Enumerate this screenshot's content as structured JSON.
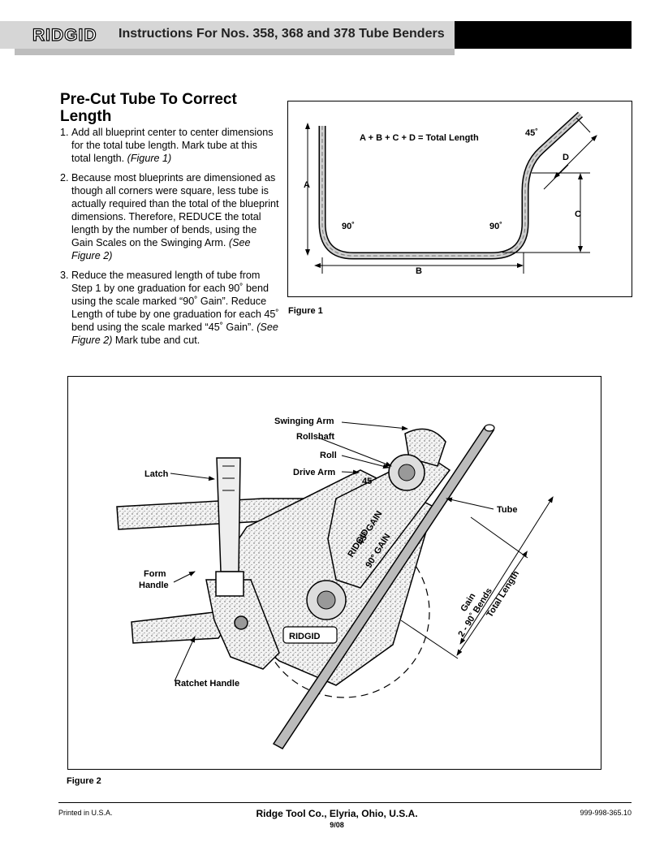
{
  "header": {
    "logo": "RIDGID",
    "title": "Instructions For Nos. 358, 368 and 378 Tube Benders"
  },
  "section": {
    "title": "Pre-Cut Tube To Correct Length",
    "steps": [
      {
        "num": "1.",
        "text": "Add all blueprint center to center dimensions for the total tube length. Mark tube at this total length.",
        "ref": "(Figure 1)",
        "after": ""
      },
      {
        "num": "2.",
        "text": "Because most blueprints are dimensioned as though all corners were square, less tube is actually required than the total of the blueprint dimensions. Therefore, REDUCE the total length by the number of bends, using the Gain Scales on the Swinging Arm.",
        "ref": "(See Figure 2)",
        "after": ""
      },
      {
        "num": "3.",
        "text": "Reduce the measured length of tube from Step 1 by one graduation for each 90˚ bend using the scale marked “90˚ Gain”. Reduce Length of tube by one graduation for each 45˚ bend using the scale marked “45˚ Gain”.",
        "ref": "(See Figure 2)",
        "after": " Mark tube and cut."
      }
    ]
  },
  "figure1": {
    "caption": "Figure 1",
    "formula": "A + B + C + D = Total Length",
    "labels": {
      "a": "A",
      "b": "B",
      "c": "C",
      "d": "D",
      "angle90_left": "90˚",
      "angle90_right": "90˚",
      "angle45": "45˚"
    }
  },
  "figure2": {
    "caption": "Figure 2",
    "labels": {
      "swinging_arm": "Swinging Arm",
      "rollshaft": "Rollshaft",
      "roll": "Roll",
      "drive_arm": "Drive Arm",
      "latch": "Latch",
      "tube": "Tube",
      "form_handle_1": "Form",
      "form_handle_2": "Handle",
      "ratchet_handle": "Ratchet Handle",
      "gain_1": "Gain",
      "gain_2": "2 - 90˚ Bends",
      "total_length": "Total Length",
      "brand_mark": "RIDGID",
      "scale_45": "45",
      "gain_45": "45° GAIN",
      "gain_90": "90° GAIN"
    }
  },
  "footer": {
    "left": "Printed in U.S.A.",
    "center": "Ridge Tool Co., Elyria, Ohio, U.S.A.",
    "page": "9/08",
    "right": "999-998-365.10"
  }
}
